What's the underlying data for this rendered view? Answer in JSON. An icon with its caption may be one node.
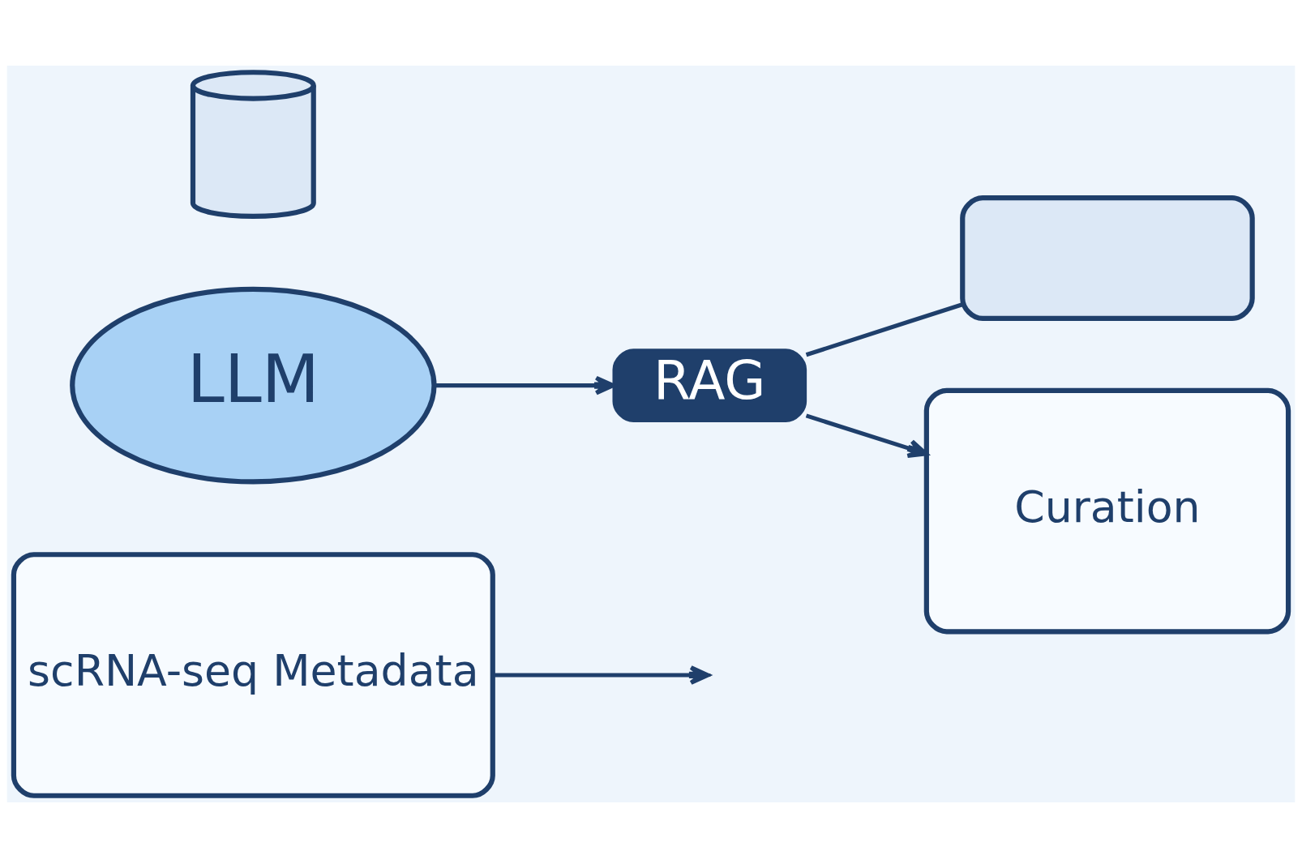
{
  "diagram": {
    "nodes": [
      {
        "text": [
          "scRNA-seq Metadata"
        ]
      },
      {
        "text": [
          "LLM"
        ]
      },
      {
        "text": [],
        "shape": "cylinder"
      },
      {
        "text": [
          "RAG"
        ]
      },
      {
        "text": [],
        "shape": "box"
      },
      {
        "text": [
          "Curation"
        ]
      }
    ],
    "edges": [
      {
        "from": 0,
        "to": null,
        "arrow": "to"
      },
      {
        "from": 1,
        "to": 3,
        "arrow": "to"
      },
      {
        "from": 3,
        "to": 5,
        "arrow": "to"
      },
      {
        "from": 3,
        "to": 4,
        "arrow": "none"
      }
    ]
  }
}
